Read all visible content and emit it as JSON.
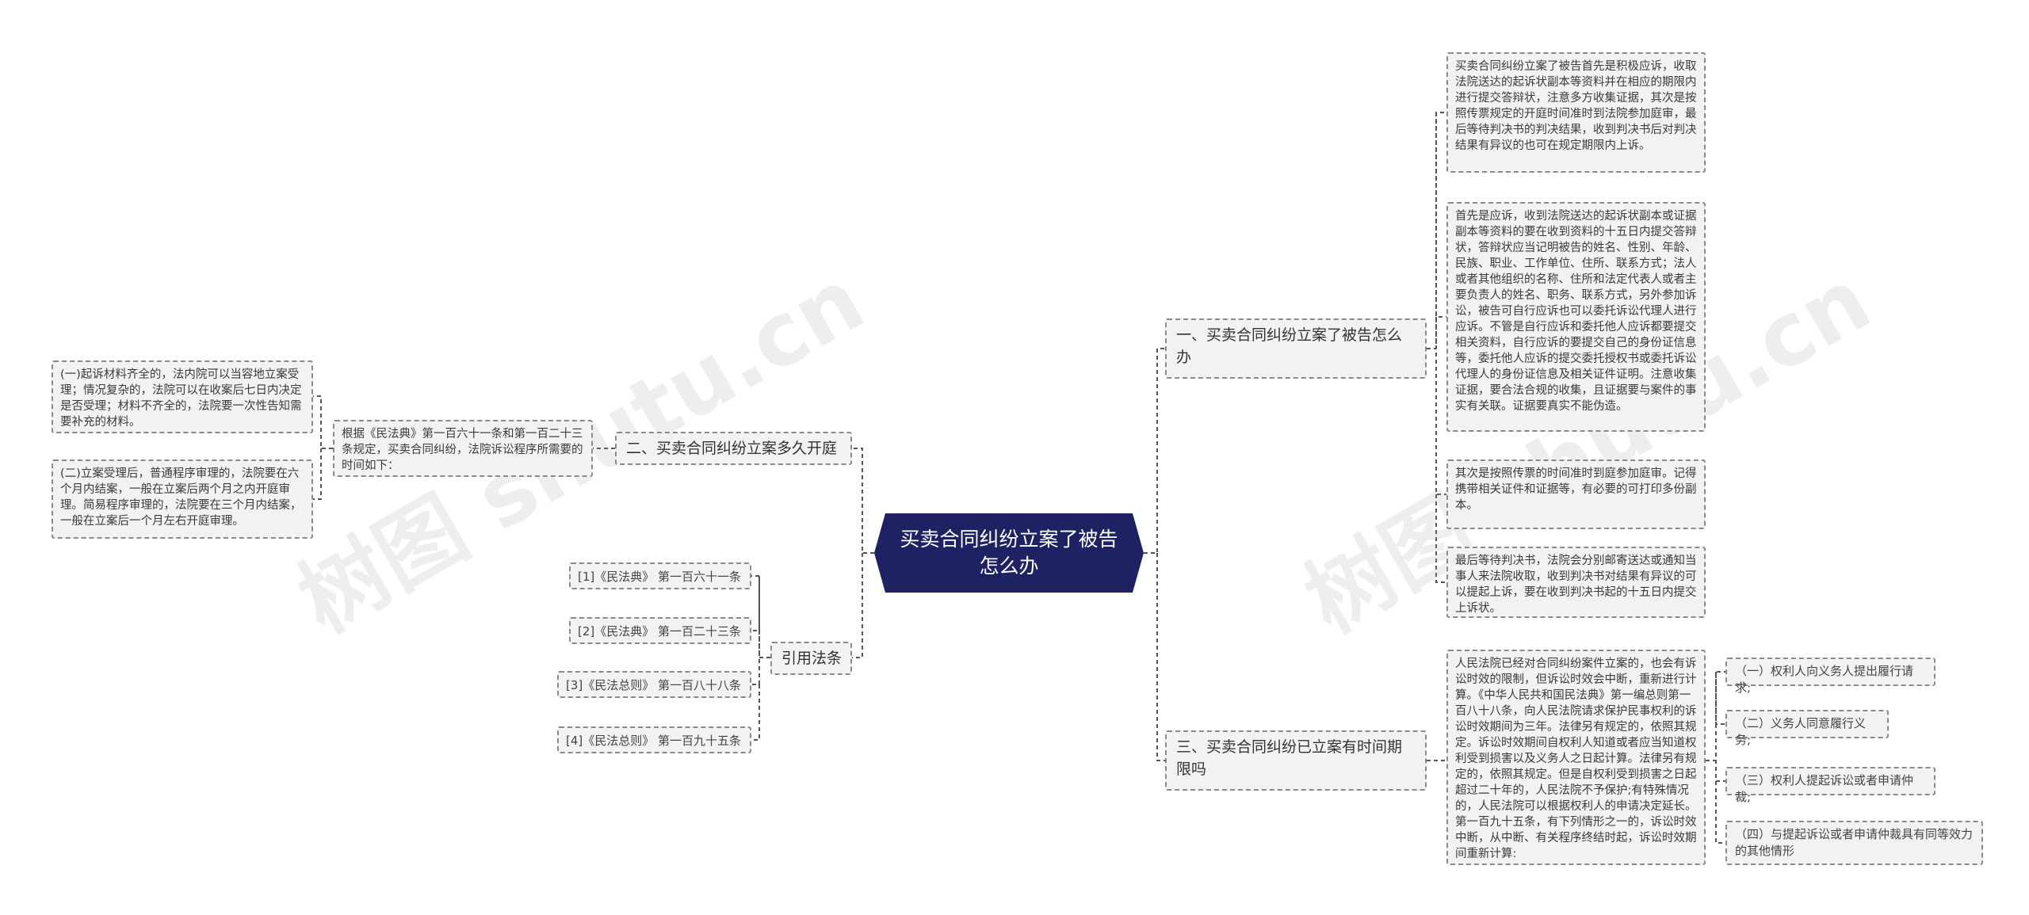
{
  "root": {
    "title": "买卖合同纠纷立案了被告怎么办"
  },
  "branches": {
    "b1": {
      "label": "一、买卖合同纠纷立案了被告怎么办"
    },
    "b2": {
      "label": "二、买卖合同纠纷立案多久开庭"
    },
    "b3": {
      "label": "三、买卖合同纠纷已立案有时间期限吗"
    },
    "b4": {
      "label": "引用法条"
    }
  },
  "b1_leaves": [
    "买卖合同纠纷立案了被告首先是积极应诉，收取法院送达的起诉状副本等资料并在相应的期限内进行提交答辩状，注意多方收集证据，其次是按照传票规定的开庭时间准时到法院参加庭审，最后等待判决书的判决结果，收到判决书后对判决结果有异议的也可在规定期限内上诉。",
    "首先是应诉，收到法院送达的起诉状副本或证据副本等资料的要在收到资料的十五日内提交答辩状，答辩状应当记明被告的姓名、性别、年龄、民族、职业、工作单位、住所、联系方式；法人或者其他组织的名称、住所和法定代表人或者主要负责人的姓名、职务、联系方式，另外参加诉讼，被告可自行应诉也可以委托诉讼代理人进行应诉。不管是自行应诉和委托他人应诉都要提交相关资料，自行应诉的要提交自己的身份证信息等，委托他人应诉的提交委托授权书或委托诉讼代理人的身份证信息及相关证件证明。注意收集证据，要合法合规的收集，且证据要与案件的事实有关联。证据要真实不能伪造。",
    "其次是按照传票的时间准时到庭参加庭审。记得携带相关证件和证据等，有必要的可打印多份副本。",
    "最后等待判决书，法院会分别邮寄送达或通知当事人来法院收取，收到判决书对结果有异议的可以提起上诉，要在收到判决书起的十五日内提交上诉状。"
  ],
  "b2_mid": "根据《民法典》第一百六十一条和第一百二十三条规定，买卖合同纠纷，法院诉讼程序所需要的时间如下：",
  "b2_leaves": [
    "(一)起诉材料齐全的，法内院可以当容地立案受理；情况复杂的，法院可以在收案后七日内决定是否受理；材料不齐全的，法院要一次性告知需要补充的材料。",
    "(二)立案受理后，普通程序审理的，法院要在六个月内结案，一般在立案后两个月之内开庭审理。简易程序审理的，法院要在三个月内结案，一般在立案后一个月左右开庭审理。"
  ],
  "b3_mid": "人民法院已经对合同纠纷案件立案的，也会有诉讼时效的限制，但诉讼时效会中断，重新进行计算。《中华人民共和国民法典》第一编总则第一百八十八条，向人民法院请求保护民事权利的诉讼时效期间为三年。法律另有规定的，依照其规定。诉讼时效期间自权利人知道或者应当知道权利受到损害以及义务人之日起计算。法律另有规定的，依照其规定。但是自权利受到损害之日起超过二十年的，人民法院不予保护;有特殊情况的，人民法院可以根据权利人的申请决定延长。第一百九十五条，有下列情形之一的，诉讼时效中断，从中断、有关程序终结时起，诉讼时效期间重新计算:",
  "b3_leaves": [
    "（一）权利人向义务人提出履行请求;",
    "（二）义务人同意履行义务;",
    "（三）权利人提起诉讼或者申请仲裁;",
    "（四）与提起诉讼或者申请仲裁具有同等效力的其他情形"
  ],
  "refs": [
    "[1]《民法典》 第一百六十一条",
    "[2]《民法典》 第一百二十三条",
    "[3]《民法总则》 第一百八十八条",
    "[4]《民法总则》 第一百九十五条"
  ],
  "watermarks": [
    "树图 shutu.cn",
    "树图 shutu.cn"
  ],
  "colors": {
    "root_fill": "#1e2262",
    "line": "#555555",
    "node_fill": "#f2f2f2"
  }
}
